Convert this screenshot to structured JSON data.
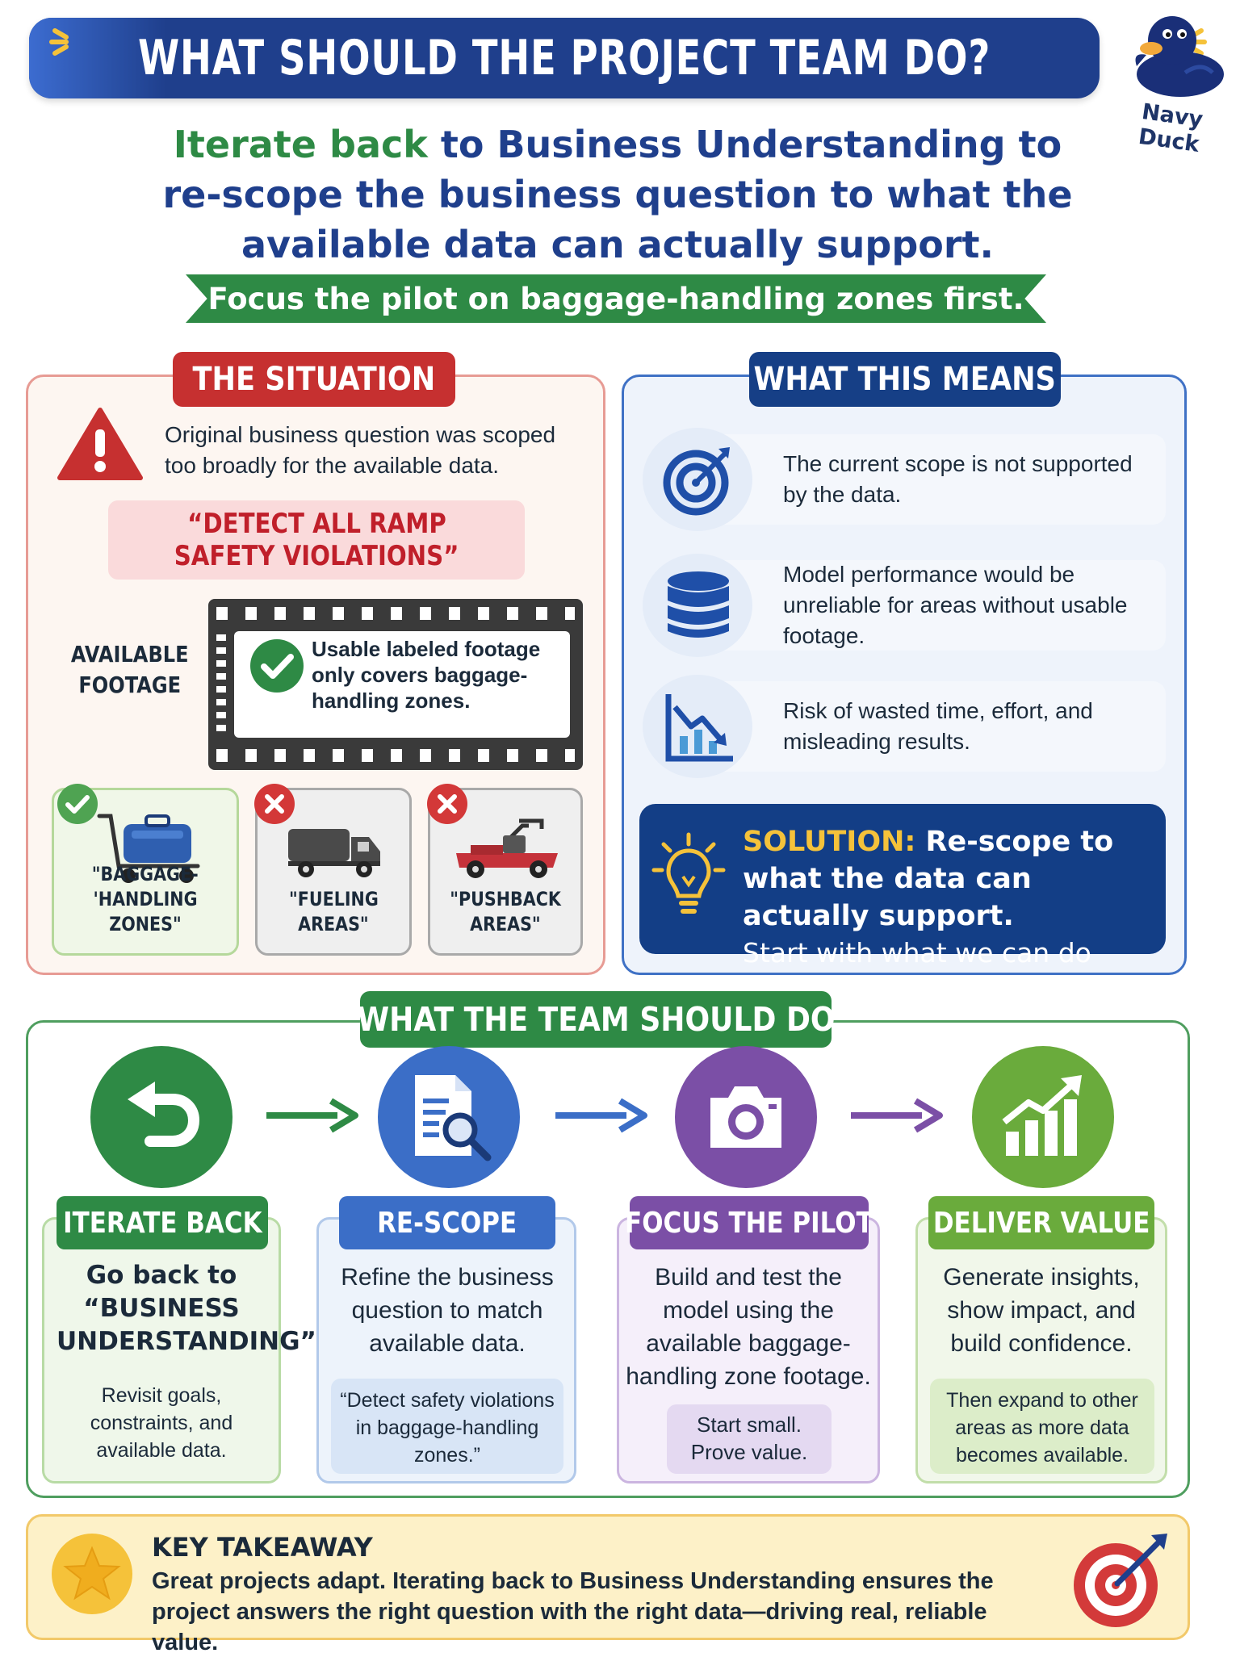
{
  "header": {
    "title": "WHAT SHOULD THE PROJECT TEAM DO?",
    "brand": "Navy Duck"
  },
  "headline": {
    "green_part": "Iterate back",
    "rest_line1": " to Business Understanding to",
    "line2": "re-scope the business question to what the",
    "line3": "available data can actually support.",
    "ribbon": "Focus the pilot on baggage-handling zones first."
  },
  "situation": {
    "tag": "THE SITUATION",
    "text": "Original business question was scoped too broadly for the available data.",
    "quote_line1": "“DETECT ALL RAMP",
    "quote_line2": "SAFETY VIOLATIONS”",
    "available_label_1": "AVAILABLE",
    "available_label_2": "FOOTAGE",
    "footage_text": "Usable labeled footage only covers baggage-handling zones.",
    "zones": [
      {
        "label_1": "\"BAGGAGE-",
        "label_2": "'HANDLING ZONES\"",
        "status": "ok",
        "icon": "luggage-cart-icon"
      },
      {
        "label_1": "\"FUELING",
        "label_2": "AREAS\"",
        "status": "no",
        "icon": "fuel-truck-icon"
      },
      {
        "label_1": "\"PUSHBACK",
        "label_2": "AREAS\"",
        "status": "no",
        "icon": "pushback-tug-icon"
      }
    ]
  },
  "means": {
    "tag": "WHAT THIS MEANS",
    "items": [
      {
        "text": "The current scope is not supported by the data.",
        "icon": "target-icon"
      },
      {
        "text": "Model performance would be unreliable for areas without usable footage.",
        "icon": "database-icon"
      },
      {
        "text": "Risk of wasted time, effort, and misleading results.",
        "icon": "declining-chart-icon"
      }
    ],
    "solution_label": "SOLUTION:",
    "solution_text": " Re-scope to what the data can actually support.",
    "solution_sub": "Start with what we can do well."
  },
  "team": {
    "tag": "WHAT THE TEAM SHOULD DO",
    "steps": [
      {
        "title": "ITERATE BACK",
        "main": "Go back to “BUSINESS UNDERSTANDING”",
        "note": "Revisit goals, constraints, and available data.",
        "icon": "undo-arrow-icon",
        "color": "#2e8a45"
      },
      {
        "title": "RE-SCOPE",
        "main": "Refine the business question to match available data.",
        "note": "“Detect safety violations in baggage-handling zones.”",
        "icon": "document-search-icon",
        "color": "#3b6ec7"
      },
      {
        "title": "FOCUS THE PILOT",
        "main": "Build and test the model using the available baggage-handling zone footage.",
        "note": "Start small. Prove value.",
        "icon": "camera-icon",
        "color": "#7b4fa6"
      },
      {
        "title": "DELIVER VALUE",
        "main": "Generate insights, show impact, and build confidence.",
        "note": "Then expand to other areas as more data becomes available.",
        "icon": "growth-chart-icon",
        "color": "#6aab3c"
      }
    ]
  },
  "takeaway": {
    "title": "KEY TAKEAWAY",
    "text": "Great projects adapt. Iterating back to Business Understanding ensures the project answers the right question with the right data—driving real, reliable value."
  },
  "colors": {
    "navy": "#1f3f8c",
    "green": "#2e8a45",
    "red": "#c63030",
    "blue": "#3b6ec7",
    "purple": "#7b4fa6",
    "lime": "#6aab3c",
    "gold": "#f5c23a"
  }
}
